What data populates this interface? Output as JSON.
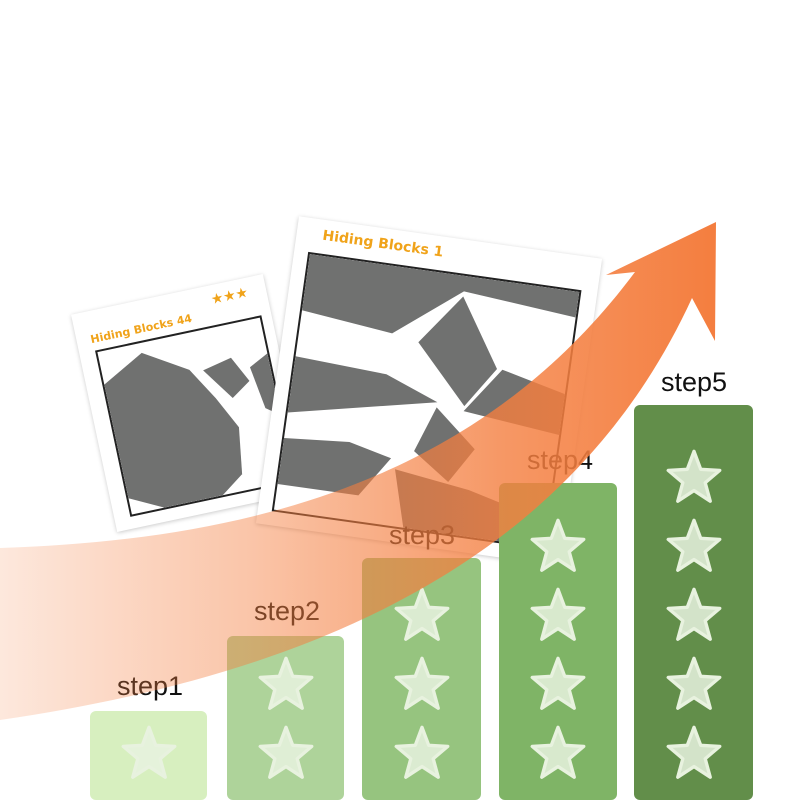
{
  "cards": [
    {
      "title": "Hiding Blocks 44",
      "stars": "★★★"
    },
    {
      "title": "Hiding Blocks 1",
      "stars": "★"
    }
  ],
  "steps": [
    {
      "label": "step1",
      "stars": 1,
      "color": "#d7efbf"
    },
    {
      "label": "step2",
      "stars": 2,
      "color": "#aed39a"
    },
    {
      "label": "step3",
      "stars": 3,
      "color": "#96c47f"
    },
    {
      "label": "step4",
      "stars": 4,
      "color": "#7fb466"
    },
    {
      "label": "step5",
      "stars": 5,
      "color": "#628e4a"
    }
  ],
  "colors": {
    "arrow": "#f47e3f",
    "title": "#f0a31a",
    "block": "#707170",
    "star_fill": "#e8f2df"
  }
}
